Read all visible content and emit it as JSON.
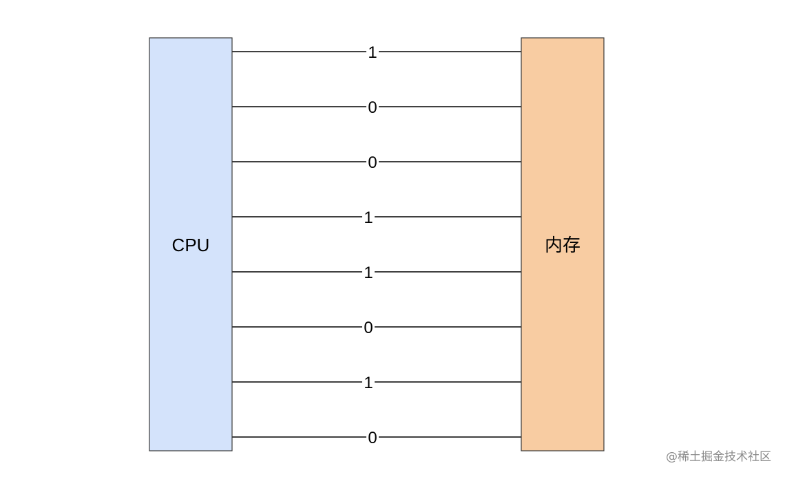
{
  "diagram": {
    "cpu": {
      "label": "CPU",
      "fill": "#d4e3fb"
    },
    "memory": {
      "label": "内存",
      "fill": "#f8cca2"
    },
    "bits": [
      "1",
      "0",
      "0",
      "1",
      "1",
      "0",
      "1",
      "0"
    ]
  },
  "watermark": "@稀土掘金技术社区"
}
